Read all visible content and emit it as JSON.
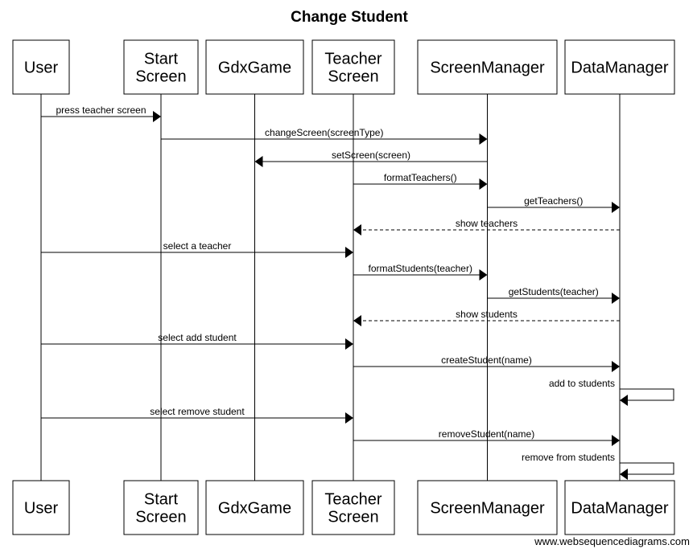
{
  "title": "Change Student",
  "participants": [
    {
      "id": "user",
      "lines": [
        "User"
      ]
    },
    {
      "id": "start-screen",
      "lines": [
        "Start",
        "Screen"
      ]
    },
    {
      "id": "gdxgame",
      "lines": [
        "GdxGame"
      ]
    },
    {
      "id": "teacher-screen",
      "lines": [
        "Teacher",
        "Screen"
      ]
    },
    {
      "id": "screenmanager",
      "lines": [
        "ScreenManager"
      ]
    },
    {
      "id": "datamanager",
      "lines": [
        "DataManager"
      ]
    }
  ],
  "messages": [
    {
      "from": "user",
      "to": "start-screen",
      "label": "press teacher screen",
      "style": "solid"
    },
    {
      "from": "start-screen",
      "to": "screenmanager",
      "label": "changeScreen(screenType)",
      "style": "solid"
    },
    {
      "from": "screenmanager",
      "to": "gdxgame",
      "label": "setScreen(screen)",
      "style": "solid"
    },
    {
      "from": "teacher-screen",
      "to": "screenmanager",
      "label": "formatTeachers()",
      "style": "solid"
    },
    {
      "from": "screenmanager",
      "to": "datamanager",
      "label": "getTeachers()",
      "style": "solid"
    },
    {
      "from": "datamanager",
      "to": "teacher-screen",
      "label": "show teachers",
      "style": "dashed"
    },
    {
      "from": "user",
      "to": "teacher-screen",
      "label": "select a teacher",
      "style": "solid"
    },
    {
      "from": "teacher-screen",
      "to": "screenmanager",
      "label": "formatStudents(teacher)",
      "style": "solid"
    },
    {
      "from": "screenmanager",
      "to": "datamanager",
      "label": "getStudents(teacher)",
      "style": "solid"
    },
    {
      "from": "datamanager",
      "to": "teacher-screen",
      "label": "show students",
      "style": "dashed"
    },
    {
      "from": "user",
      "to": "teacher-screen",
      "label": "select add student",
      "style": "solid"
    },
    {
      "from": "teacher-screen",
      "to": "datamanager",
      "label": "createStudent(name)",
      "style": "solid"
    },
    {
      "from": "datamanager",
      "to": "datamanager",
      "label": "add to students",
      "style": "self"
    },
    {
      "from": "user",
      "to": "teacher-screen",
      "label": "select remove student",
      "style": "solid"
    },
    {
      "from": "teacher-screen",
      "to": "datamanager",
      "label": "removeStudent(name)",
      "style": "solid"
    },
    {
      "from": "datamanager",
      "to": "datamanager",
      "label": "remove from students",
      "style": "self"
    }
  ],
  "credit": "www.websequencediagrams.com"
}
